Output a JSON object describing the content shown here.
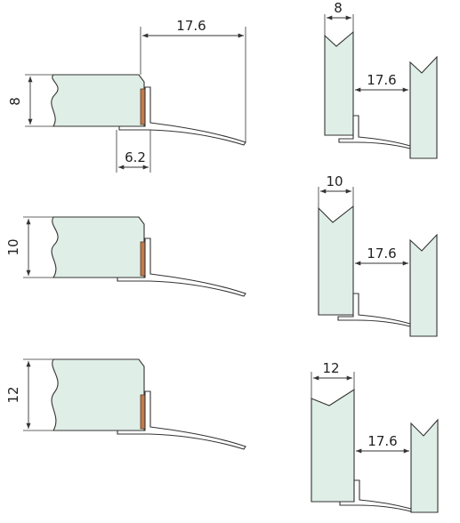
{
  "left_details": [
    {
      "thickness_label": "8",
      "gap_label": "17.6",
      "profile_label": "6.2"
    },
    {
      "thickness_label": "10"
    },
    {
      "thickness_label": "12"
    }
  ],
  "right_details": [
    {
      "thickness_label": "8",
      "gap_label": "17.6"
    },
    {
      "thickness_label": "10",
      "gap_label": "17.6"
    },
    {
      "thickness_label": "12",
      "gap_label": "17.6"
    }
  ],
  "colors": {
    "glass_fill": "#dfeee7",
    "seal_fill": "#c47a4a",
    "line": "#333333"
  }
}
